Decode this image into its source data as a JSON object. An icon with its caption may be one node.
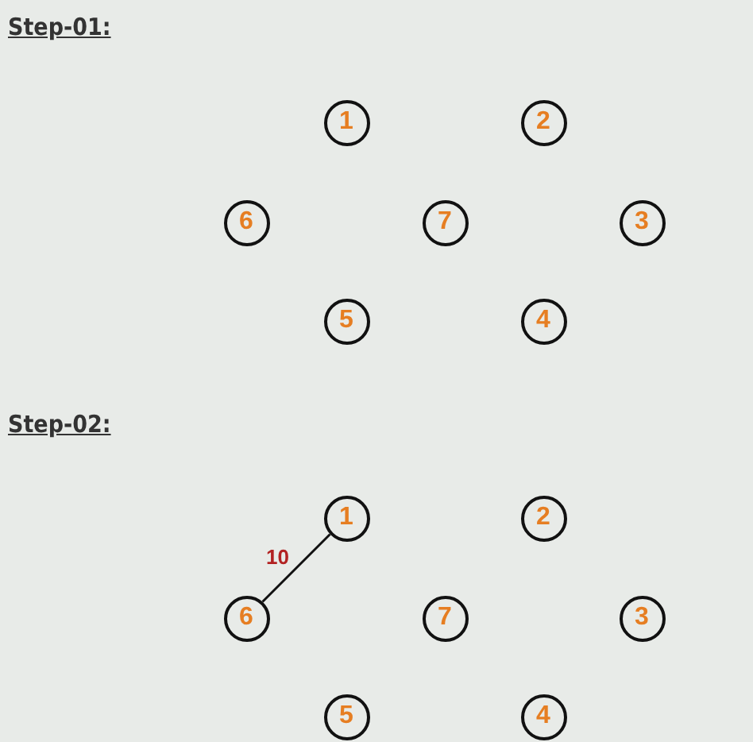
{
  "diagram": {
    "nodes": [
      {
        "text": [
          "1"
        ]
      },
      {
        "text": [
          "2"
        ]
      },
      {
        "text": [
          "6"
        ]
      },
      {
        "text": [
          "7"
        ]
      },
      {
        "text": [
          "3"
        ]
      },
      {
        "text": [
          "5"
        ]
      },
      {
        "text": [
          "4"
        ]
      },
      {
        "text": [
          "1"
        ]
      },
      {
        "text": [
          "2"
        ]
      },
      {
        "text": [
          "6"
        ]
      },
      {
        "text": [
          "7"
        ]
      },
      {
        "text": [
          "3"
        ]
      },
      {
        "text": [
          "5"
        ]
      },
      {
        "text": [
          "4"
        ]
      }
    ],
    "edges": [
      {
        "from": 9,
        "to": 7,
        "arrow": "none",
        "label": "10"
      }
    ],
    "labels": [
      "Step-01:",
      "Step-02:"
    ]
  }
}
